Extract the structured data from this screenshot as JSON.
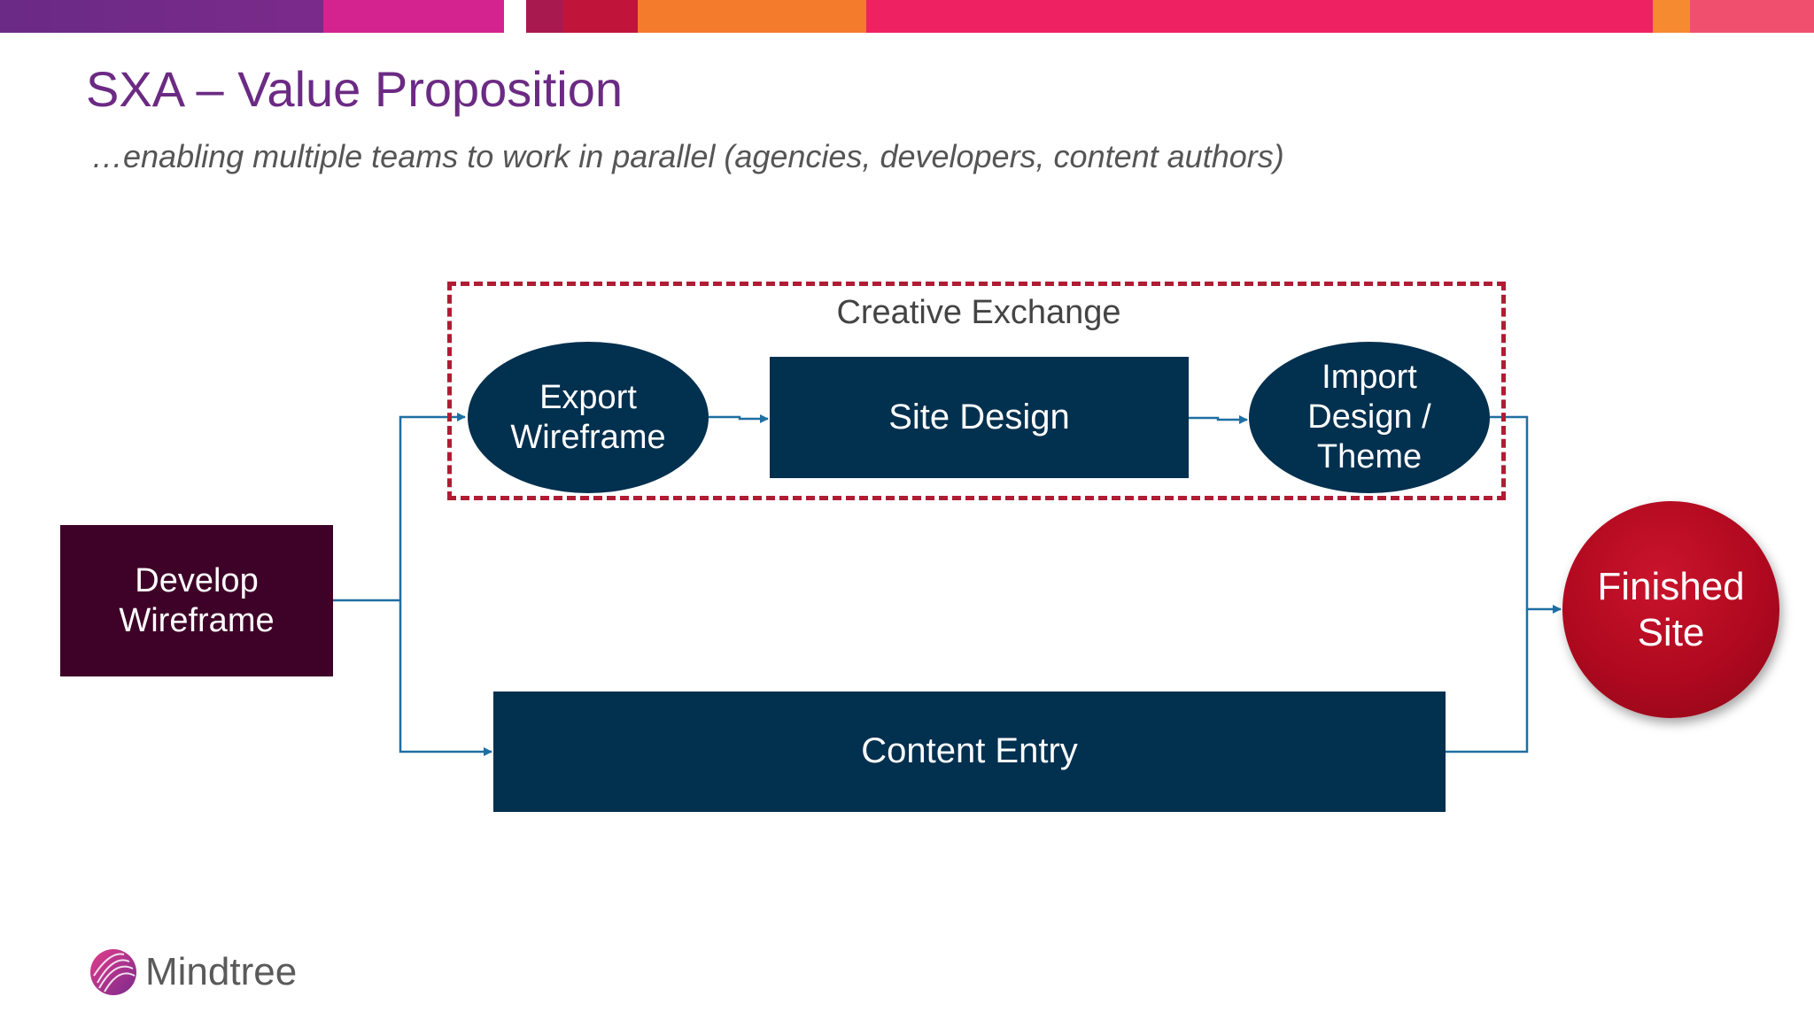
{
  "title": "SXA – Value Proposition",
  "subtitle": "…enabling multiple teams to work in parallel (agencies, developers, content authors)",
  "diagram": {
    "group_label": "Creative Exchange",
    "nodes": {
      "develop_wireframe": "Develop Wireframe",
      "export_wireframe": "Export Wireframe",
      "site_design": "Site Design",
      "import_design_theme": "Import Design / Theme",
      "content_entry": "Content Entry",
      "finished_site": "Finished Site"
    }
  },
  "footer": {
    "logo_text": "Mindtree"
  },
  "colors": {
    "title": "#6b2a83",
    "navy": "#02304f",
    "develop": "#3e0127",
    "finished": "#b0091f",
    "dashed_border": "#b01c33",
    "connector": "#1f6fa3"
  }
}
